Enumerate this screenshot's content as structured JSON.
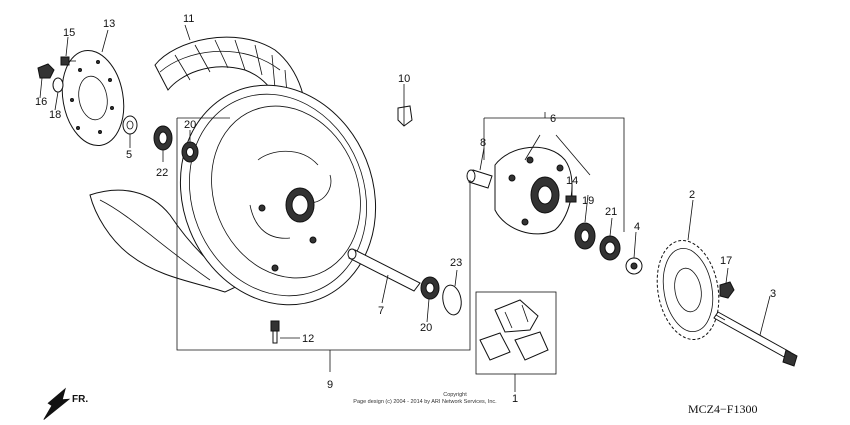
{
  "diagram": {
    "callouts": {
      "c1": "1",
      "c2": "2",
      "c3": "3",
      "c4": "4",
      "c5": "5",
      "c6": "6",
      "c7": "7",
      "c8": "8",
      "c9": "9",
      "c10": "10",
      "c11": "11",
      "c12": "12",
      "c13": "13",
      "c14": "14",
      "c15": "15",
      "c16": "16",
      "c17": "17",
      "c18": "18",
      "c19": "19",
      "c20a": "20",
      "c20b": "20",
      "c21": "21",
      "c22": "22",
      "c23": "23"
    },
    "diagram_code": "MCZ4−F1300",
    "direction_label": "FR.",
    "copyright_line1": "Copyright",
    "copyright_line2": "Page design (c) 2004 - 2014 by ARI Network Services, Inc."
  }
}
